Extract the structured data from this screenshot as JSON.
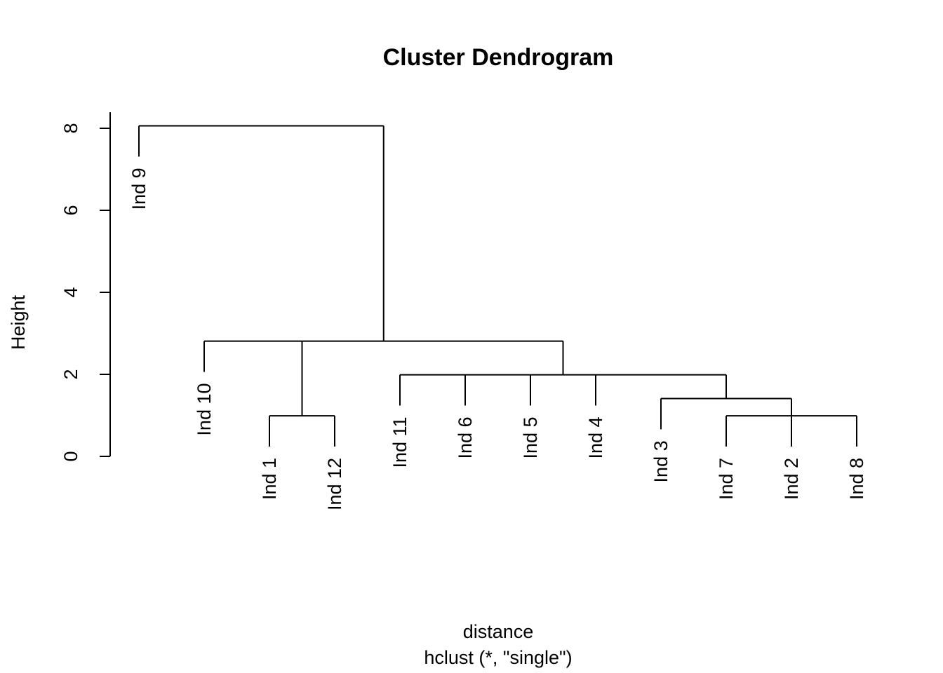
{
  "chart_data": {
    "type": "dendrogram",
    "title": "Cluster Dendrogram",
    "xlabel": "distance",
    "sublabel": "hclust (*, \"single\")",
    "ylabel": "Height",
    "ylim": [
      0,
      8.4
    ],
    "yticks": [
      0,
      2,
      4,
      6,
      8
    ],
    "label_hang": 0.75,
    "leaves": [
      "Ind 9",
      "Ind 10",
      "Ind 1",
      "Ind 12",
      "Ind 11",
      "Ind 6",
      "Ind 5",
      "Ind 4",
      "Ind 3",
      "Ind 7",
      "Ind 2",
      "Ind 8"
    ],
    "merges": [
      {
        "height": 0.99,
        "children": [
          "Ind 7",
          "Ind 2",
          "Ind 8"
        ]
      },
      {
        "height": 0.99,
        "children": [
          "Ind 1",
          "Ind 12"
        ]
      },
      {
        "height": 1.41,
        "children": [
          "Ind 3",
          0
        ]
      },
      {
        "height": 1.99,
        "children": [
          "Ind 11",
          "Ind 6",
          "Ind 5",
          "Ind 4",
          2
        ]
      },
      {
        "height": 2.81,
        "children": [
          "Ind 10",
          1,
          3
        ]
      },
      {
        "height": 8.06,
        "children": [
          "Ind 9",
          4
        ]
      }
    ]
  }
}
